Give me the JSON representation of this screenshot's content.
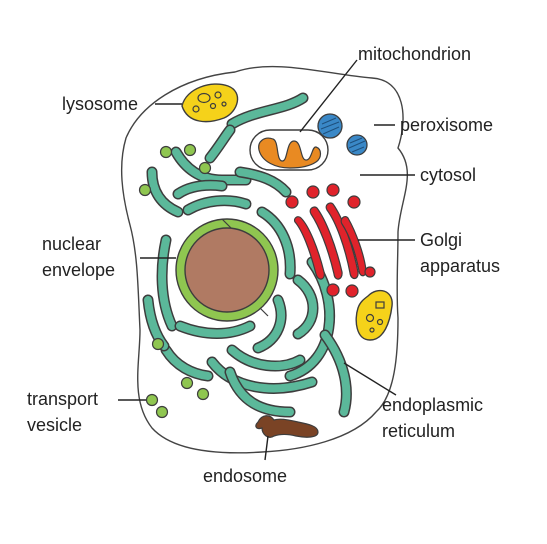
{
  "colors": {
    "membrane": "#444444",
    "cytosol": "#ffffff",
    "er": "#5bb89a",
    "vesicle": "#8fc650",
    "nuclear_envelope": "#8fc650",
    "nucleus": "#b07a63",
    "lysosome": "#f5d21a",
    "mitochondrion": "#e98a22",
    "peroxisome": "#3a88c7",
    "golgi": "#e0232b",
    "endosome": "#7a4325",
    "label_text": "#222222"
  },
  "labels": {
    "mitochondrion": "mitochondrion",
    "lysosome": "lysosome",
    "peroxisome": "peroxisome",
    "cytosol": "cytosol",
    "nuclear_envelope_line1": "nuclear",
    "nuclear_envelope_line2": "envelope",
    "golgi_line1": "Golgi",
    "golgi_line2": "apparatus",
    "transport_vesicle_line1": "transport",
    "transport_vesicle_line2": "vesicle",
    "er_line1": "endoplasmic",
    "er_line2": "reticulum",
    "endosome": "endosome"
  }
}
